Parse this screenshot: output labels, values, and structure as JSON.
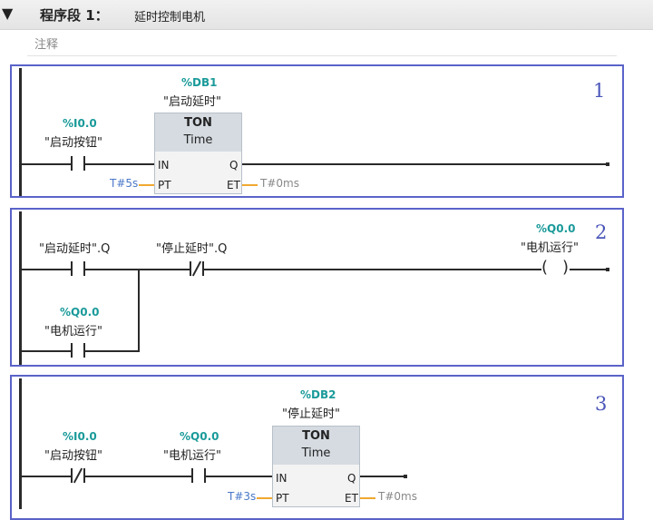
{
  "header": {
    "collapse_arrow": "▼",
    "segment_title": "程序段 1：",
    "segment_name": "延时控制电机",
    "comment": "注释"
  },
  "networks": [
    {
      "number": "1",
      "contact1": {
        "address": "%I0.0",
        "tag": "\"启动按钮\""
      },
      "timer": {
        "db_address": "%DB1",
        "db_tag": "\"启动延时\"",
        "instruction": "TON",
        "type": "Time",
        "pin_in": "IN",
        "pin_q": "Q",
        "pin_pt": "PT",
        "pin_et": "ET",
        "pt_value": "T#5s",
        "et_value": "T#0ms"
      }
    },
    {
      "number": "2",
      "contact1_tag": "\"启动延时\".Q",
      "contact2_tag": "\"停止延时\".Q",
      "coil": {
        "address": "%Q0.0",
        "tag": "\"电机运行\""
      },
      "branch_contact": {
        "address": "%Q0.0",
        "tag": "\"电机运行\""
      }
    },
    {
      "number": "3",
      "contact1": {
        "address": "%I0.0",
        "tag": "\"启动按钮\""
      },
      "contact2": {
        "address": "%Q0.0",
        "tag": "\"电机运行\""
      },
      "timer": {
        "db_address": "%DB2",
        "db_tag": "\"停止延时\"",
        "instruction": "TON",
        "type": "Time",
        "pin_in": "IN",
        "pin_q": "Q",
        "pin_pt": "PT",
        "pin_et": "ET",
        "pt_value": "T#3s",
        "et_value": "T#0ms"
      }
    }
  ]
}
